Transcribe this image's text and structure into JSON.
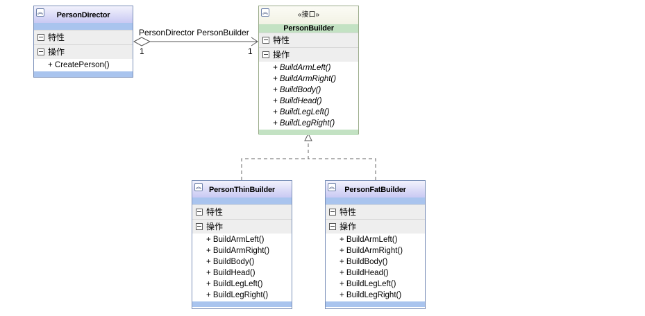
{
  "labels": {
    "fields_section": "特性",
    "methods_section": "操作"
  },
  "association": {
    "name": "PersonDirector PersonBuilder",
    "mult_source": "1",
    "mult_target": "1"
  },
  "classes": {
    "director": {
      "name": "PersonDirector",
      "methods": [
        "+ CreatePerson()"
      ]
    },
    "builder": {
      "stereotype": "«接口»",
      "name": "PersonBuilder",
      "methods": [
        "+ BuildArmLeft()",
        "+ BuildArmRight()",
        "+ BuildBody()",
        "+ BuildHead()",
        "+ BuildLegLeft()",
        "+ BuildLegRight()"
      ]
    },
    "thin": {
      "name": "PersonThinBuilder",
      "methods": [
        "+ BuildArmLeft()",
        "+ BuildArmRight()",
        "+ BuildBody()",
        "+ BuildHead()",
        "+ BuildLegLeft()",
        "+ BuildLegRight()"
      ]
    },
    "fat": {
      "name": "PersonFatBuilder",
      "methods": [
        "+ BuildArmLeft()",
        "+ BuildArmRight()",
        "+ BuildBody()",
        "+ BuildHead()",
        "+ BuildLegLeft()",
        "+ BuildLegRight()"
      ]
    }
  }
}
